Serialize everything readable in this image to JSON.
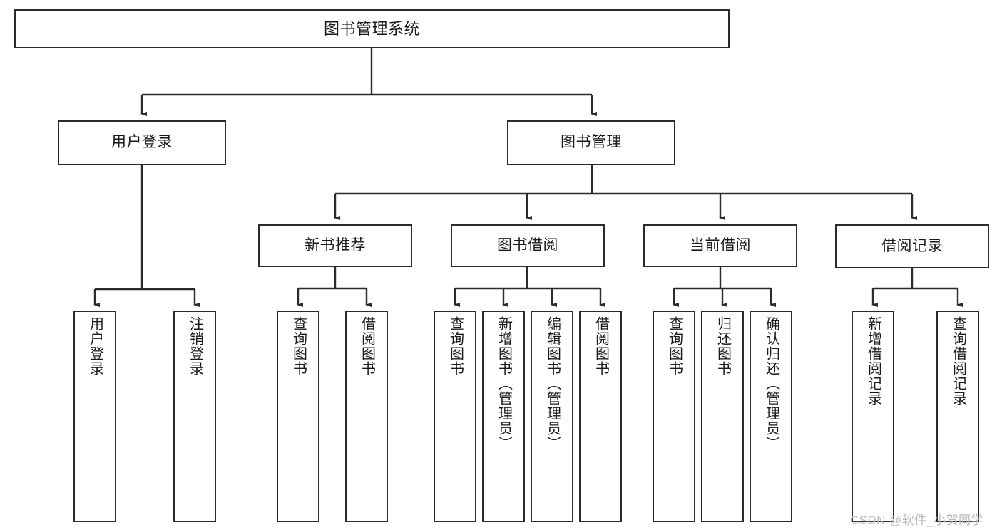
{
  "diagram": {
    "title": "图书管理系统",
    "type": "tree-hierarchy",
    "root": {
      "id": "root",
      "label": "图书管理系统",
      "orientation": "horizontal"
    },
    "level2": [
      {
        "id": "user-login",
        "label": "用户登录",
        "orientation": "horizontal"
      },
      {
        "id": "book-manage",
        "label": "图书管理",
        "orientation": "horizontal"
      }
    ],
    "level3": [
      {
        "id": "new-book-recommend",
        "label": "新书推荐",
        "orientation": "horizontal",
        "parent": "book-manage"
      },
      {
        "id": "book-borrow",
        "label": "图书借阅",
        "orientation": "horizontal",
        "parent": "book-manage"
      },
      {
        "id": "current-borrow",
        "label": "当前借阅",
        "orientation": "horizontal",
        "parent": "book-manage"
      },
      {
        "id": "borrow-record",
        "label": "借阅记录",
        "orientation": "horizontal",
        "parent": "book-manage"
      }
    ],
    "leaves": [
      {
        "id": "leaf-user-login",
        "label": "用户登录",
        "parent": "user-login"
      },
      {
        "id": "leaf-logout-login",
        "label": "注销登录",
        "parent": "user-login"
      },
      {
        "id": "leaf-query-book-1",
        "label": "查询图书",
        "parent": "new-book-recommend"
      },
      {
        "id": "leaf-borrow-book-1",
        "label": "借阅图书",
        "parent": "new-book-recommend"
      },
      {
        "id": "leaf-query-book-2",
        "label": "查询图书",
        "parent": "book-borrow"
      },
      {
        "id": "leaf-add-book",
        "label": "新增图书（管理员）",
        "parent": "book-borrow"
      },
      {
        "id": "leaf-edit-book",
        "label": "编辑图书（管理员）",
        "parent": "book-borrow"
      },
      {
        "id": "leaf-borrow-book-2",
        "label": "借阅图书",
        "parent": "book-borrow"
      },
      {
        "id": "leaf-query-book-3",
        "label": "查询图书",
        "parent": "current-borrow"
      },
      {
        "id": "leaf-return-book",
        "label": "归还图书",
        "parent": "current-borrow"
      },
      {
        "id": "leaf-confirm-return",
        "label": "确认归还（管理员）",
        "parent": "current-borrow"
      },
      {
        "id": "leaf-add-record",
        "label": "新增借阅记录",
        "parent": "borrow-record"
      },
      {
        "id": "leaf-query-record",
        "label": "查询借阅记录",
        "parent": "borrow-record"
      }
    ],
    "colors": {
      "border": "#2b2b2b",
      "background": "#ffffff",
      "text": "#1a1a1a",
      "connector": "#2b2b2b",
      "watermark": "#b9b9b9"
    }
  },
  "watermark": {
    "text": "CSDN @软件_小贺同学"
  }
}
